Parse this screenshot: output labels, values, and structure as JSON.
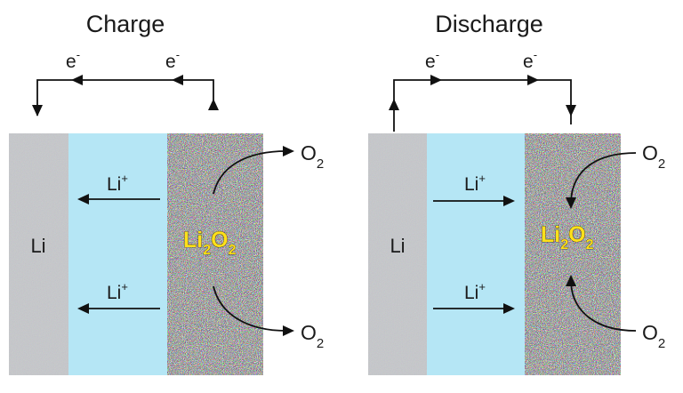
{
  "panels": {
    "charge": {
      "title": "Charge",
      "electron": "e",
      "electron_charge": "-",
      "anode": "Li",
      "ion": "Li",
      "ion_charge": "+",
      "product": {
        "a": "Li",
        "a_sub": "2",
        "b": "O",
        "b_sub": "2"
      },
      "gas": {
        "symbol": "O",
        "sub": "2"
      }
    },
    "discharge": {
      "title": "Discharge",
      "electron": "e",
      "electron_charge": "-",
      "anode": "Li",
      "ion": "Li",
      "ion_charge": "+",
      "product": {
        "a": "Li",
        "a_sub": "2",
        "b": "O",
        "b_sub": "2"
      },
      "gas": {
        "symbol": "O",
        "sub": "2"
      }
    }
  },
  "colors": {
    "anode": "#8e9095",
    "electrolyte": "#b5e6f5",
    "cathode_dark": "#2b2b2b",
    "product_text": "#ffe01a"
  }
}
